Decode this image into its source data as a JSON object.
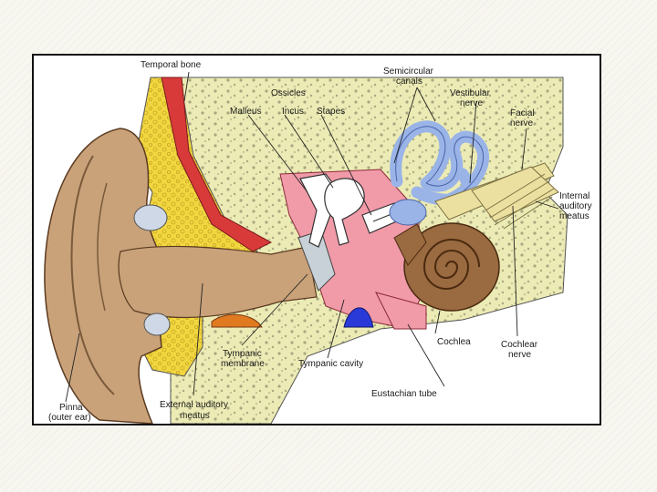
{
  "diagram": {
    "labels": {
      "temporal_bone": "Temporal bone",
      "ossicles": "Ossicles",
      "malleus": "Malleus",
      "incus": "Incus",
      "stapes": "Stapes",
      "semicircular_1": "Semicircular",
      "semicircular_2": "canals",
      "vestibular_1": "Vestibular",
      "vestibular_2": "nerve",
      "facial_1": "Facial",
      "facial_2": "nerve",
      "internal_1": "Internal",
      "internal_2": "auditory",
      "internal_3": "meatus",
      "tympanic_membrane_1": "Tympanic",
      "tympanic_membrane_2": "membrane",
      "tympanic_cavity": "Tympanic cavity",
      "cochlea": "Cochlea",
      "cochlear_1": "Cochlear",
      "cochlear_2": "nerve",
      "eustachian": "Eustachian tube",
      "pinna_1": "Pinna",
      "pinna_2": "(outer ear)",
      "external_1": "External auditory",
      "external_2": "meatus"
    },
    "colors": {
      "skin": "#c9a27a",
      "skin_dark": "#8a6a4a",
      "bone": "#ecebb5",
      "bone_dots": "#9a9a70",
      "fat": "#f1d640",
      "muscle": "#d83a3a",
      "cavity": "#f19aa8",
      "semicircular": "#9ab4e8",
      "cochlea": "#9a6a40",
      "nerve": "#ece0a0",
      "vein": "#2a3ad8",
      "orange": "#e07a20",
      "membrane": "#c8d0d8"
    }
  }
}
